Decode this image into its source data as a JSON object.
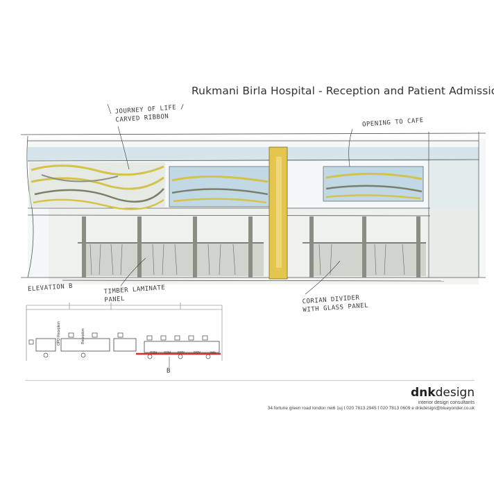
{
  "title": "Rukmani Birla Hospital  - Reception and Patient Admissions",
  "annotations": {
    "journey": "JOURNEY OF LIFE /\nCARVED RIBBON",
    "opening": "OPENING TO CAFE",
    "elevation": "ELEVATION B",
    "timber": "TIMBER LAMINATE\nPANEL",
    "corian": "CORIAN DIVIDER\nWITH GLASS PANEL"
  },
  "plan_labels": {
    "opd": "OPD Reception",
    "reception": "Reception",
    "desk_labels": [
      "REG",
      "REG",
      "ADM",
      "ADM",
      "TPA"
    ],
    "mark": "B"
  },
  "footer": {
    "brand_bold": "dnk",
    "brand_light": "design",
    "tagline": "interior design consultants",
    "address": "34 fortune green road  london nw6 1uj  t 020 7813 2945  f 020 7813 0609  e dnkdesign@blueyonder.co.uk"
  }
}
